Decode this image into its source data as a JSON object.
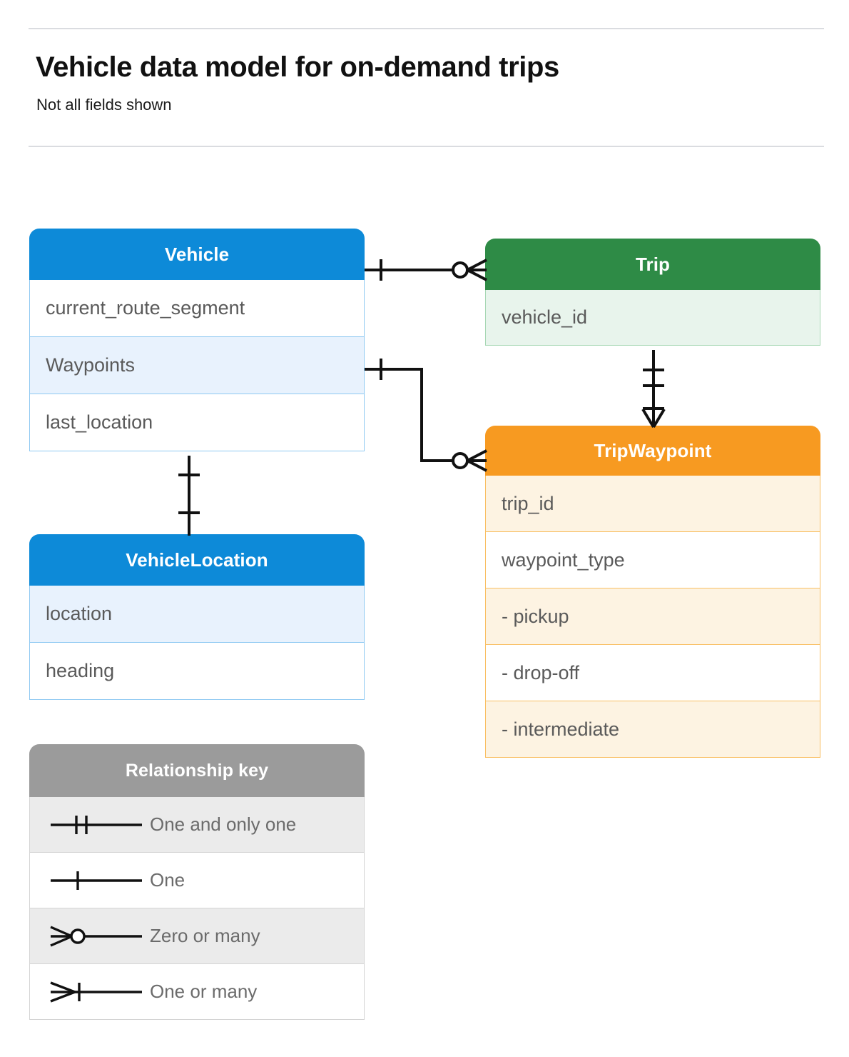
{
  "header": {
    "title": "Vehicle data model for on-demand trips",
    "subtitle": "Not all fields shown"
  },
  "colors": {
    "vehicle_header": "#0d8ad8",
    "trip_header": "#2e8b46",
    "tripwaypoint_header": "#f79a21",
    "legend_header": "#9b9b9b",
    "row_text": "#5a5a5a",
    "rule": "#dadce0"
  },
  "entities": {
    "vehicle": {
      "name": "Vehicle",
      "fields": [
        {
          "label": "current_route_segment",
          "highlighted": false
        },
        {
          "label": "Waypoints",
          "highlighted": true
        },
        {
          "label": "last_location",
          "highlighted": false
        }
      ]
    },
    "trip": {
      "name": "Trip",
      "fields": [
        {
          "label": "vehicle_id",
          "highlighted": true
        }
      ]
    },
    "tripwaypoint": {
      "name": "TripWaypoint",
      "fields": [
        {
          "label": "trip_id",
          "highlighted": true
        },
        {
          "label": "waypoint_type",
          "highlighted": false
        },
        {
          "label": "-  pickup",
          "highlighted": true
        },
        {
          "label": "-  drop-off",
          "highlighted": false
        },
        {
          "label": "-  intermediate",
          "highlighted": true
        }
      ]
    },
    "vehiclelocation": {
      "name": "VehicleLocation",
      "fields": [
        {
          "label": "location",
          "highlighted": true
        },
        {
          "label": "heading",
          "highlighted": false
        }
      ]
    }
  },
  "legend": {
    "title": "Relationship key",
    "rows": [
      {
        "symbol": "one-and-only-one-icon",
        "label": "One and only one",
        "highlighted": true
      },
      {
        "symbol": "one-icon",
        "label": "One",
        "highlighted": false
      },
      {
        "symbol": "zero-or-many-icon",
        "label": "Zero or many",
        "highlighted": true
      },
      {
        "symbol": "one-or-many-icon",
        "label": "One or many",
        "highlighted": false
      }
    ]
  },
  "relationships": [
    {
      "from": "Vehicle",
      "to": "Trip",
      "from_cardinality": "One",
      "to_cardinality": "Zero or many"
    },
    {
      "from": "Vehicle.Waypoints",
      "to": "TripWaypoint",
      "from_cardinality": "One",
      "to_cardinality": "Zero or many"
    },
    {
      "from": "Trip",
      "to": "TripWaypoint",
      "from_cardinality": "One and only one",
      "to_cardinality": "One or many"
    },
    {
      "from": "Vehicle",
      "to": "VehicleLocation",
      "from_cardinality": "One",
      "to_cardinality": "One"
    }
  ]
}
